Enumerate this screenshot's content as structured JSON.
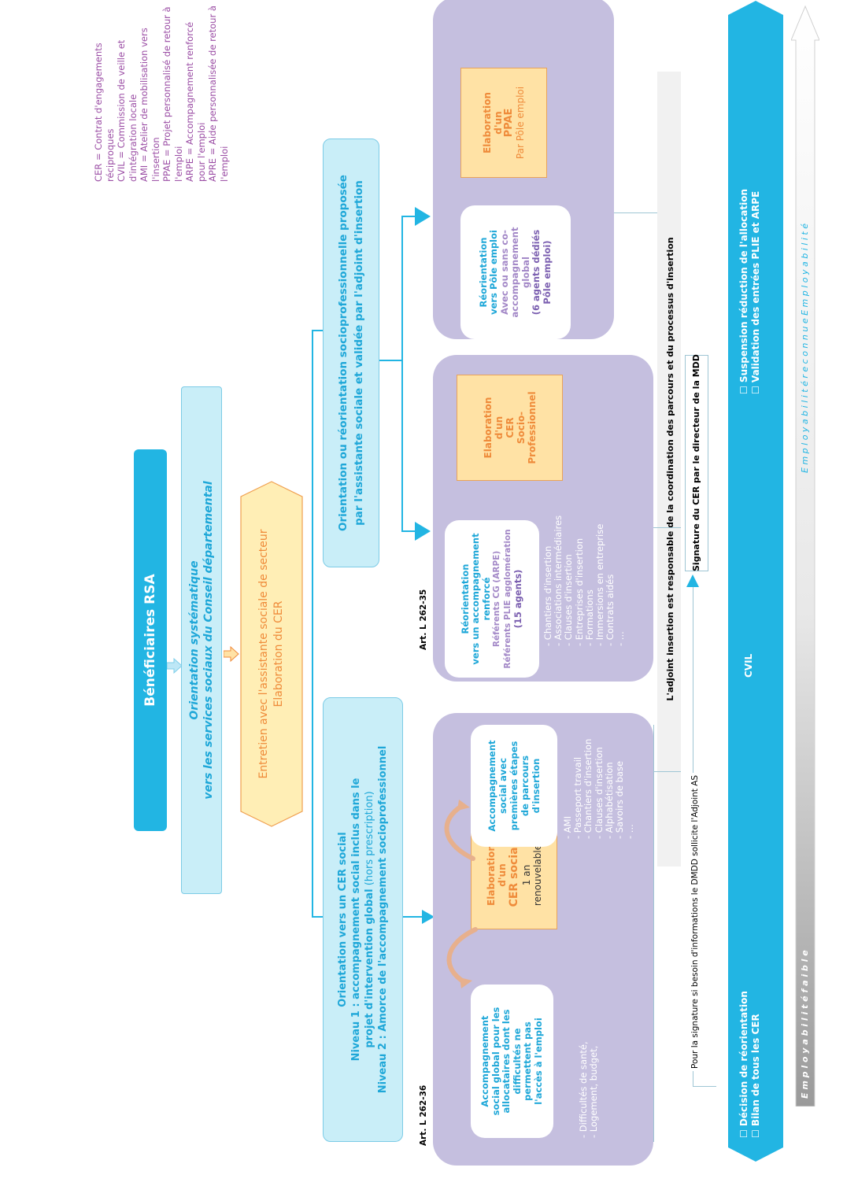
{
  "legend": [
    "CER = Contrat d'engagements réciproques",
    "CVIL = Commission de veille et d'intégration locale",
    "AMI = Atelier de mobilisation vers l'insertion",
    "PPAE = Projet personnalisé de retour à l'emploi",
    "ARPE = Accompagnement renforcé pour l'emploi",
    "APRE = Aide personnalisée de retour à l'emploi"
  ],
  "top": {
    "beneficiaires": "Bénéficiaires RSA",
    "orientation_line1": "Orientation systématique",
    "orientation_line2": "vers les services sociaux du Conseil départemental",
    "entretien_line1": "Entretien avec l'assistante sociale de secteur",
    "entretien_line2": "Elaboration du CER"
  },
  "branch_social": {
    "line1": "Orientation vers un CER social",
    "line2": "Niveau 1 : accompagnement social inclus dans le",
    "line3_bold": "projet d'intervention global",
    "line3_rest": " (hors prescription)",
    "line4": "Niveau 2 : Amorce de l'accompagnement socioprofessionnel"
  },
  "branch_pro": {
    "line1": "Orientation ou réorientation socioprofessionnelle proposée",
    "line2": "par l'assistante sociale et validée par l'adjoint d'insertion"
  },
  "art1": "Art. L 262-36",
  "art2": "Art. L 262-35",
  "panel1": {
    "card1": [
      "Accompagnement",
      "social global pour les",
      "allocataires dont les",
      "difficultés ne",
      "permettent pas",
      "l'accès à l'emploi"
    ],
    "bullets1": [
      "- Difficultés de santé,",
      "- Logement, budget,"
    ],
    "note_title": [
      "Elaboration",
      "d'un",
      "CER social"
    ],
    "note_sub": [
      "1 an",
      "renouvelable"
    ],
    "card2": [
      "Accompagnement",
      "social avec",
      "premières étapes",
      "de parcours",
      "d'insertion"
    ],
    "bullets2": [
      "- AMI",
      "- Passeport travail",
      "- Chantiers d'insertion",
      "- Clauses d'insertion",
      "- Alphabétisation",
      "- Savoirs de base",
      "- ..."
    ]
  },
  "panel2": {
    "card_title": [
      "Réorientation",
      "vers un accompagnement",
      "renforcé"
    ],
    "card_ref1": "Référents CG (ARPE)",
    "card_ref2": "Référents PLIE agglomération",
    "card_agents": "(15 agents)",
    "bullets": [
      "- Chantiers d'insertion",
      "- Associations intermédiaires",
      "- Clauses d'insertion",
      "- Entreprises d'insertion",
      "- Formations",
      "- Immersions en entreprise",
      "- Contrats aidés",
      "- ..."
    ],
    "note": [
      "Elaboration",
      "d'un",
      "CER",
      "Socio-",
      "Professionnel"
    ]
  },
  "panel3": {
    "card_title": [
      "Réorientation",
      "vers Pôle emploi"
    ],
    "card_sub": [
      "Avec ou sans co-",
      "accompagnement",
      "global"
    ],
    "card_agents": [
      "(6 agents dédiés",
      "Pôle emploi)"
    ],
    "note_title": [
      "Elaboration",
      "d'un",
      "PPAE"
    ],
    "note_sub": "Par Pôle emploi"
  },
  "coordination": "L'adjoint insertion est responsable de la coordination des parcours et du processus d'insertion",
  "signature_note": "Pour la signature si besoin d'informations le DMDD sollicite l'Adjoint AS",
  "signature_box": "Signature du CER par le directeur de la MDD",
  "cvil": {
    "label": "CVIL",
    "left": [
      "☐ Décision de réorientation",
      "☐ Bilan de tous les CER"
    ],
    "right": [
      "☐ Suspension réduction de l'allocation",
      "☐ Validation des entrées PLIE et ARPE"
    ]
  },
  "employability_low": "E m p l o y a b i l i t é   f a i b l e",
  "employability_high": "E m p l o y a b i l i t é   r e c o n n u e   E m p l o y a b i l i t é",
  "colors": {
    "cyan": "#22b5e3",
    "light_cyan": "#c9eef8",
    "lavender": "#c5bfdf",
    "note_yellow": "#ffe2a5",
    "orange": "#ef8b3a",
    "legend_purple": "#9b4ea5"
  }
}
